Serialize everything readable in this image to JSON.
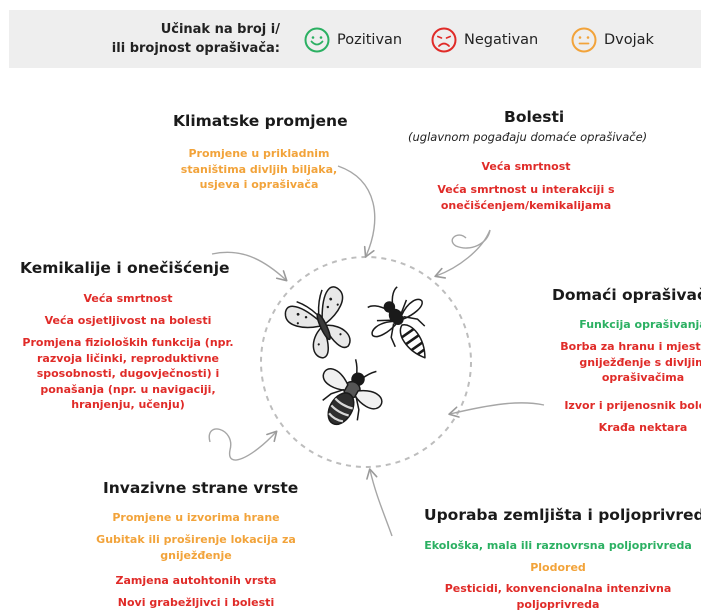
{
  "legend": {
    "title_line1": "Učinak na broj i/",
    "title_line2": "ili brojnost oprašivača:",
    "positive": "Pozitivan",
    "negative": "Negativan",
    "ambivalent": "Dvojak"
  },
  "colors": {
    "positive": "#2bb062",
    "negative": "#e02b28",
    "ambivalent": "#f2a33a"
  },
  "icons": [
    "happy-face-icon",
    "sad-face-icon",
    "neutral-face-icon",
    "moth-icon",
    "wasp-icon",
    "bee-icon"
  ],
  "climate": {
    "title": "Klimatske promjene",
    "e1_l1": "Promjene u prikladnim",
    "e1_l2": "staništima divljih biljaka,",
    "e1_l3": "usjeva i oprašivača"
  },
  "disease": {
    "title": "Bolesti",
    "subtitle": "(uglavnom pogađaju domaće oprašivače)",
    "e1": "Veća smrtnost",
    "e2_l1": "Veća smrtnost u interakciji s",
    "e2_l2": "onečišćenjem/kemikalijama"
  },
  "chemicals": {
    "title": "Kemikalije i onečišćenje",
    "e1": "Veća smrtnost",
    "e2": "Veća osjetljivost na bolesti",
    "e3_l1": "Promjena fizioloških funkcija (npr.",
    "e3_l2": "razvoja ličinki, reproduktivne",
    "e3_l3": "sposobnosti, dugovječnosti) i",
    "e3_l4": "ponašanja (npr. u navigaciji,",
    "e3_l5": "hranjenju, učenju)"
  },
  "domestic": {
    "title": "Domaći oprašivači",
    "e1": "Funkcija oprašivanja",
    "e2_l1": "Borba za hranu i mjesta za",
    "e2_l2": "gniježđenje s divljim",
    "e2_l3": "oprašivačima",
    "e3": "Izvor i prijenosnik bolesti",
    "e4": "Krađa nektara"
  },
  "invasive": {
    "title": "Invazivne strane vrste",
    "e1": "Promjene u izvorima hrane",
    "e2_l1": "Gubitak ili proširenje lokacija za",
    "e2_l2": "gniježđenje",
    "e3": "Zamjena autohtonih vrsta",
    "e4": "Novi grabežljivci i bolesti"
  },
  "landuse": {
    "title": "Uporaba zemljišta i poljoprivreda",
    "e1": "Ekološka, mala ili raznovrsna poljoprivreda",
    "e2": "Plodored",
    "e3_l1": "Pesticidi, konvencionalna intenzivna",
    "e3_l2": "poljoprivreda"
  }
}
